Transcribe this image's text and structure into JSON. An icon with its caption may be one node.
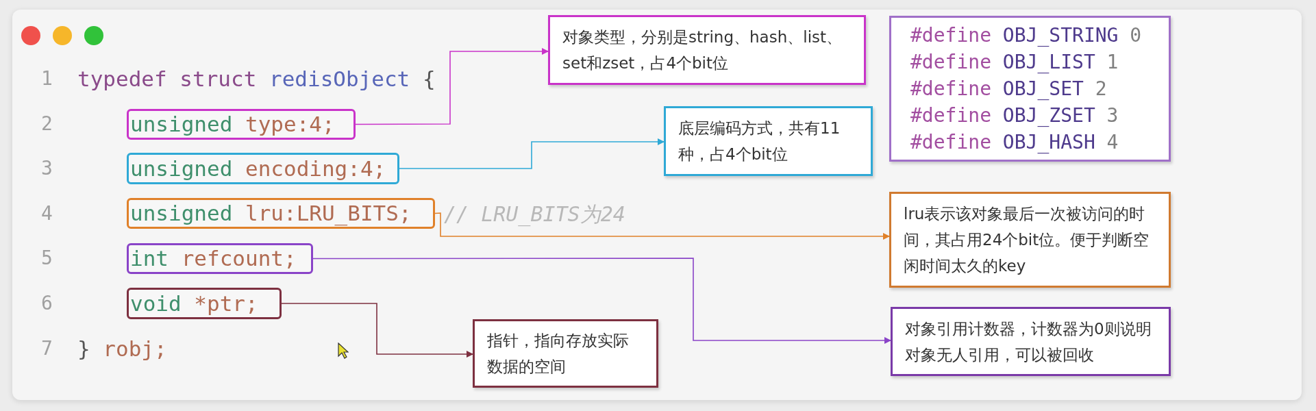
{
  "diagram": {
    "nodes": [
      {
        "text": [
          "unsigned type:4;"
        ]
      },
      {
        "text": [
          "unsigned encoding:4;"
        ]
      },
      {
        "text": [
          "unsigned lru:LRU_BITS;"
        ]
      },
      {
        "text": [
          "int refcount;"
        ]
      },
      {
        "text": [
          "void *ptr;"
        ]
      },
      {
        "text": [
          "对象类型，分别是string、hash、list、set和zset，占4个bit位"
        ]
      },
      {
        "text": [
          "底层编码方式，共有11种，占4个bit位"
        ]
      },
      {
        "text": [
          "#define OBJ_STRING 0",
          "#define OBJ_LIST 1",
          "#define OBJ_SET 2",
          "#define OBJ_ZSET 3",
          "#define OBJ_HASH 4"
        ]
      },
      {
        "text": [
          "lru表示该对象最后一次被访问的时间，其占用24个bit位。便于判断空闲时间太久的key"
        ]
      },
      {
        "text": [
          "对象引用计数器，计数器为0则说明对象无人引用，可以被回收"
        ]
      },
      {
        "text": [
          "指针，指向存放实际数据的空间"
        ]
      }
    ],
    "edges": [
      {
        "from": 0,
        "to": 5,
        "arrow": "to",
        "color": "#c934c9"
      },
      {
        "from": 1,
        "to": 6,
        "arrow": "to",
        "color": "#2fa9d6"
      },
      {
        "from": 2,
        "to": 8,
        "arrow": "to",
        "color": "#e0812a"
      },
      {
        "from": 3,
        "to": 9,
        "arrow": "to",
        "color": "#8a44c8"
      },
      {
        "from": 4,
        "to": 10,
        "arrow": "to",
        "color": "#7d3040"
      }
    ],
    "labels": [
      "1",
      "typedef struct redisObject {",
      "2",
      "3",
      "4",
      "// LRU_BITS为24",
      "5",
      "6",
      "7",
      "} robj;"
    ]
  }
}
